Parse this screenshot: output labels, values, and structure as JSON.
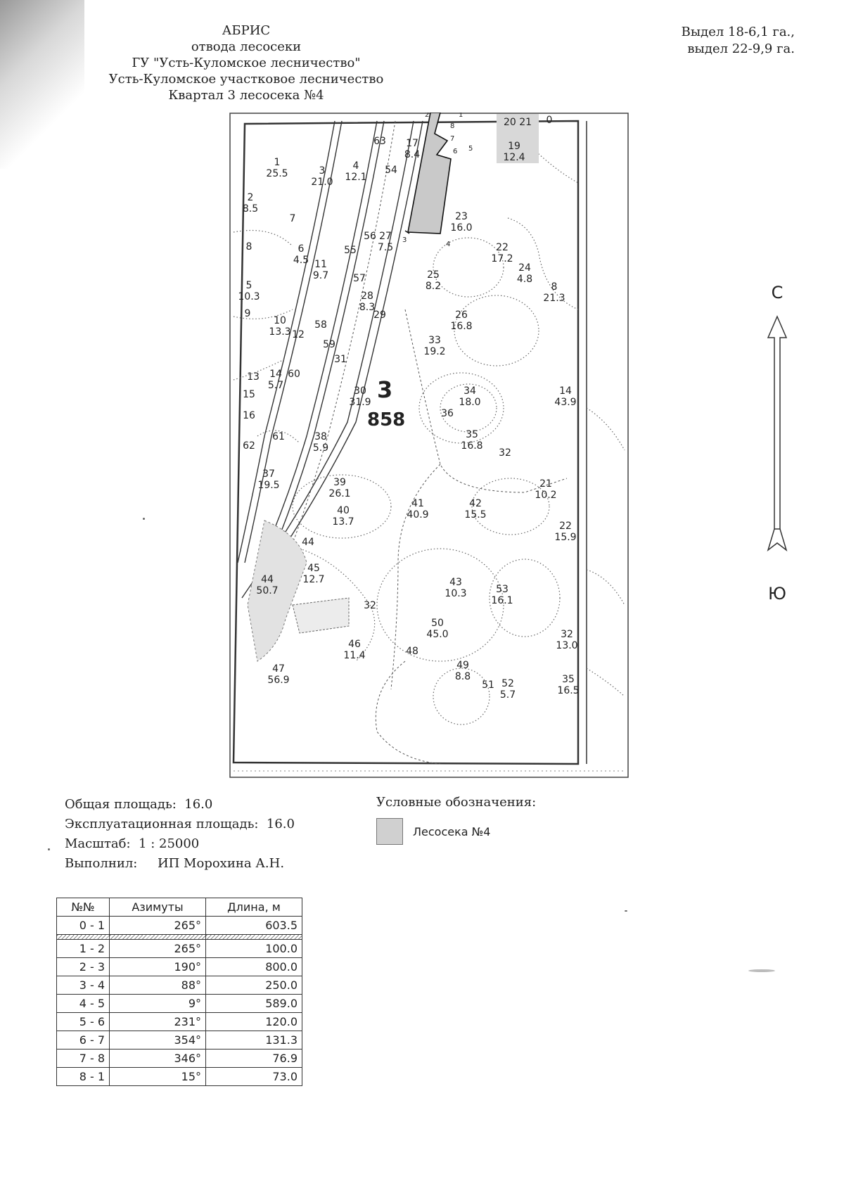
{
  "title": {
    "lines": [
      "АБРИС",
      "отвода лесосеки",
      "ГУ \"Усть-Куломское лесничество\"",
      "Усть-Куломское участковое лесничество",
      "Квартал 3 лесосека №4"
    ]
  },
  "top_right": {
    "line1": "Выдел 18-6,1 га.,",
    "line2": "выдел 22-9,9 га."
  },
  "compass": {
    "north": "С",
    "south": "Ю"
  },
  "quarter": {
    "number": "3",
    "area": "858"
  },
  "plot_labels": [
    {
      "num": "1",
      "area": "25.5"
    },
    {
      "num": "2",
      "area": "8.5"
    },
    {
      "num": "3",
      "area": "21.0"
    },
    {
      "num": "4",
      "area": "12.1"
    },
    {
      "num": "63",
      "area": ""
    },
    {
      "num": "17",
      "area": "8.4"
    },
    {
      "num": "54",
      "area": ""
    },
    {
      "num": "20 21",
      "area": ""
    },
    {
      "num": "0",
      "area": ""
    },
    {
      "num": "19",
      "area": "12.4"
    },
    {
      "num": "7",
      "area": ""
    },
    {
      "num": "55",
      "area": ""
    },
    {
      "num": "56",
      "area": ""
    },
    {
      "num": "27",
      "area": "7.5"
    },
    {
      "num": "23",
      "area": "16.0"
    },
    {
      "num": "8",
      "area": ""
    },
    {
      "num": "6",
      "area": "4.5"
    },
    {
      "num": "11",
      "area": "9.7"
    },
    {
      "num": "22",
      "area": "17.2"
    },
    {
      "num": "57",
      "area": ""
    },
    {
      "num": "24",
      "area": "4.8"
    },
    {
      "num": "5",
      "area": "10.3"
    },
    {
      "num": "25",
      "area": "8.2"
    },
    {
      "num": "8",
      "area": "21.3"
    },
    {
      "num": "28",
      "area": "8.3"
    },
    {
      "num": "9",
      "area": ""
    },
    {
      "num": "10",
      "area": "13.3"
    },
    {
      "num": "29",
      "area": ""
    },
    {
      "num": "26",
      "area": "16.8"
    },
    {
      "num": "12",
      "area": ""
    },
    {
      "num": "58",
      "area": ""
    },
    {
      "num": "33",
      "area": "19.2"
    },
    {
      "num": "59",
      "area": ""
    },
    {
      "num": "31",
      "area": ""
    },
    {
      "num": "13",
      "area": ""
    },
    {
      "num": "14",
      "area": "5.7"
    },
    {
      "num": "60",
      "area": ""
    },
    {
      "num": "30",
      "area": "31.9"
    },
    {
      "num": "34",
      "area": "18.0"
    },
    {
      "num": "14",
      "area": "43.9"
    },
    {
      "num": "15",
      "area": ""
    },
    {
      "num": "16",
      "area": ""
    },
    {
      "num": "36",
      "area": ""
    },
    {
      "num": "62",
      "area": ""
    },
    {
      "num": "61",
      "area": ""
    },
    {
      "num": "38",
      "area": "5.9"
    },
    {
      "num": "35",
      "area": "16.8"
    },
    {
      "num": "32",
      "area": ""
    },
    {
      "num": "37",
      "area": "19.5"
    },
    {
      "num": "39",
      "area": "26.1"
    },
    {
      "num": "21",
      "area": "10.2"
    },
    {
      "num": "41",
      "area": "40.9"
    },
    {
      "num": "42",
      "area": "15.5"
    },
    {
      "num": "40",
      "area": "13.7"
    },
    {
      "num": "22",
      "area": "15.9"
    },
    {
      "num": "44",
      "area": ""
    },
    {
      "num": "45",
      "area": "12.7"
    },
    {
      "num": "43",
      "area": "10.3"
    },
    {
      "num": "53",
      "area": "16.1"
    },
    {
      "num": "44",
      "area": "50.7"
    },
    {
      "num": "32",
      "area": ""
    },
    {
      "num": "50",
      "area": "45.0"
    },
    {
      "num": "32",
      "area": "13.0"
    },
    {
      "num": "46",
      "area": "11.4"
    },
    {
      "num": "48",
      "area": ""
    },
    {
      "num": "47",
      "area": "56.9"
    },
    {
      "num": "49",
      "area": "8.8"
    },
    {
      "num": "35",
      "area": "16.5"
    },
    {
      "num": "51",
      "area": ""
    },
    {
      "num": "52",
      "area": "5.7"
    }
  ],
  "cut_points": [
    "1",
    "2",
    "3",
    "4",
    "5",
    "6",
    "7",
    "8"
  ],
  "summary": {
    "total_label": "Общая площадь:",
    "total_value": "16.0",
    "operational_label": "Эксплуатационная площадь:",
    "operational_value": "16.0",
    "scale_label": "Масштаб:",
    "scale_value": "1 : 25000",
    "author_label": "Выполнил:",
    "author_value": "ИП Морохина А.Н."
  },
  "legend": {
    "title": "Условные обозначения:",
    "item_label": "Лесосека №4",
    "item_color": "#d0d0d0"
  },
  "table": {
    "headers": [
      "№№",
      "Азимуты",
      "Длина, м"
    ],
    "tie_row": {
      "seg": "0 - 1",
      "az": "265°",
      "len": "603.5"
    },
    "rows": [
      {
        "seg": "1 - 2",
        "az": "265°",
        "len": "100.0"
      },
      {
        "seg": "2 - 3",
        "az": "190°",
        "len": "800.0"
      },
      {
        "seg": "3 - 4",
        "az": "88°",
        "len": "250.0"
      },
      {
        "seg": "4 - 5",
        "az": "9°",
        "len": "589.0"
      },
      {
        "seg": "5 - 6",
        "az": "231°",
        "len": "120.0"
      },
      {
        "seg": "6 - 7",
        "az": "354°",
        "len": "131.3"
      },
      {
        "seg": "7 - 8",
        "az": "346°",
        "len": "76.9"
      },
      {
        "seg": "8 - 1",
        "az": "15°",
        "len": "73.0"
      }
    ]
  }
}
